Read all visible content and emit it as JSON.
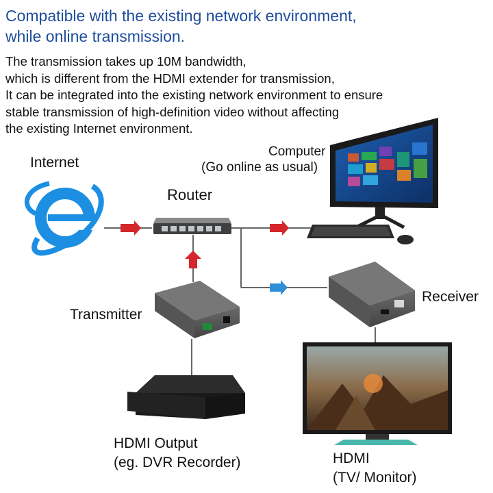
{
  "headline": {
    "line1": "Compatible with the existing network environment,",
    "line2": "while online transmission."
  },
  "description": {
    "lines": [
      "The transmission takes up 10M bandwidth,",
      "which is different from the HDMI extender for transmission,",
      "It can be integrated into the existing network environment to ensure",
      "stable transmission of high-definition video without affecting",
      "the existing Internet environment."
    ]
  },
  "labels": {
    "internet": "Internet",
    "router": "Router",
    "computer_line1": "Computer",
    "computer_line2": "(Go online as usual)",
    "transmitter": "Transmitter",
    "receiver": "Receiver",
    "hdmi_output_line1": "HDMI Output",
    "hdmi_output_line2": "(eg. DVR Recorder)",
    "hdmi_display_line1": "HDMI",
    "hdmi_display_line2": "(TV/ Monitor)"
  },
  "colors": {
    "headline": "#1f4e9c",
    "arrow_red": "#d4262b",
    "arrow_blue": "#2f8fd8",
    "device_body": "#5a5a5a",
    "ie_logo": "#1c8fe3"
  }
}
